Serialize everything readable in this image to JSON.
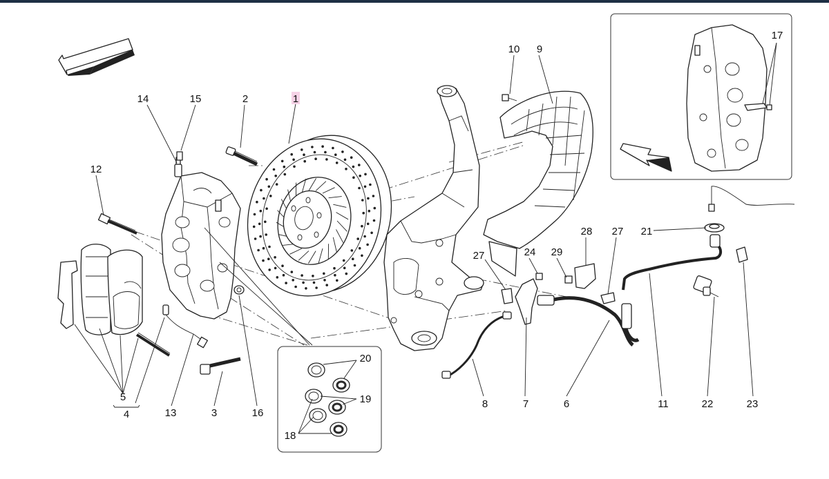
{
  "diagram": {
    "highlighted_label": "1",
    "highlight_color": "#f6d2e6",
    "labels": {
      "p1": "1",
      "p2": "2",
      "p3": "3",
      "p4": "4",
      "p5": "5",
      "p6": "6",
      "p7": "7",
      "p8": "8",
      "p9": "9",
      "p10": "10",
      "p11": "11",
      "p12": "12",
      "p13": "13",
      "p14": "14",
      "p15": "15",
      "p16": "16",
      "p17": "17",
      "p18": "18",
      "p19": "19",
      "p20": "20",
      "p21": "21",
      "p22": "22",
      "p23": "23",
      "p24": "24",
      "p27a": "27",
      "p27b": "27",
      "p28": "28",
      "p29": "29"
    }
  }
}
